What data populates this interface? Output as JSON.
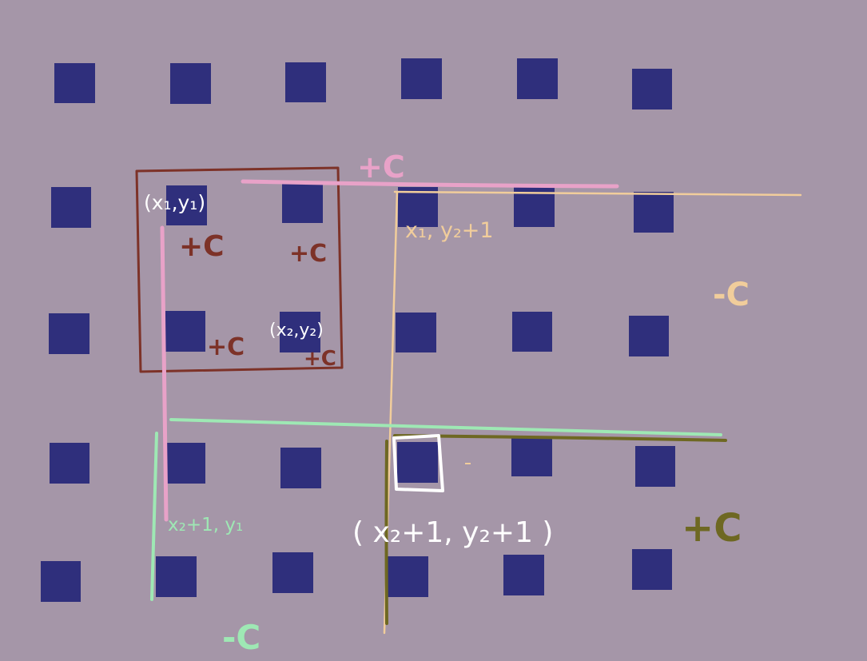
{
  "diagram": {
    "colors": {
      "background": "#a596a8",
      "cell": "#2f2f7c",
      "brown": "#7d3228",
      "pink": "#e8a2c8",
      "peach": "#f1cd9b",
      "mint": "#9ee8b4",
      "olive": "#6e6822",
      "white": "#ffffff"
    },
    "labels": {
      "x1_y1": "(x₁,y₁)",
      "x2_y2": "(x₂,y₂)",
      "x1_y2p1": "x₁, y₂+1",
      "x2p1_y1": "x₂+1, y₁",
      "x2p1_y2p1": "( x₂+1, y₂+1 )",
      "plus_c": "+C",
      "minus_c": "-C"
    }
  }
}
